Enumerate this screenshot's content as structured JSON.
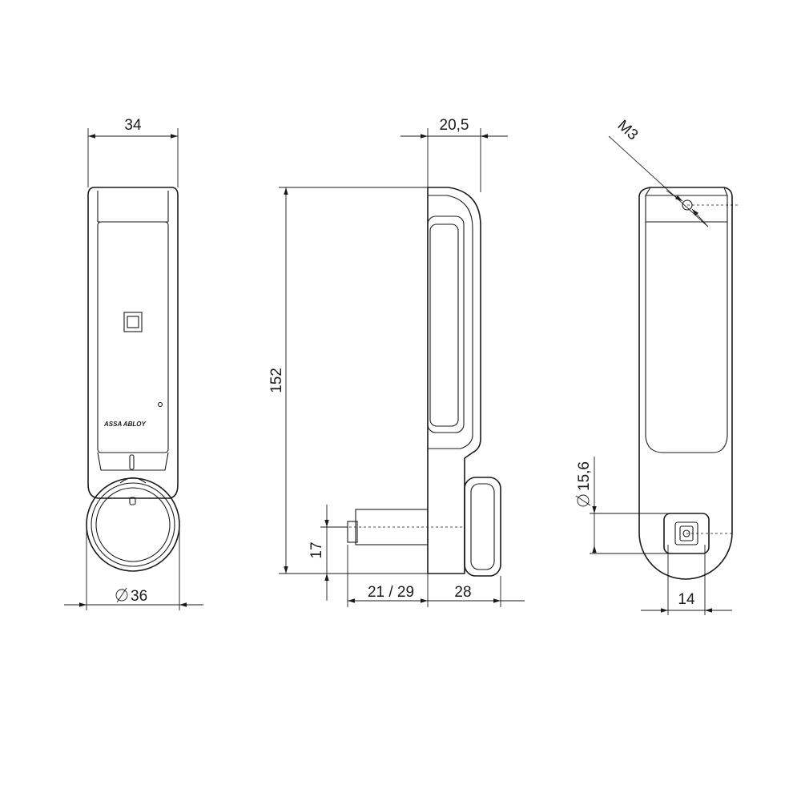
{
  "dimensions": {
    "front_width": "34",
    "front_diameter": "36",
    "side_depth": "20,5",
    "height": "152",
    "shaft_offset": "17",
    "shaft_length": "21 / 29",
    "knob_depth": "28",
    "screw": "M3",
    "shaft_diameter": "15,6",
    "spindle_width": "14"
  },
  "branding": {
    "logo_text": "ASSA ABLOY"
  }
}
